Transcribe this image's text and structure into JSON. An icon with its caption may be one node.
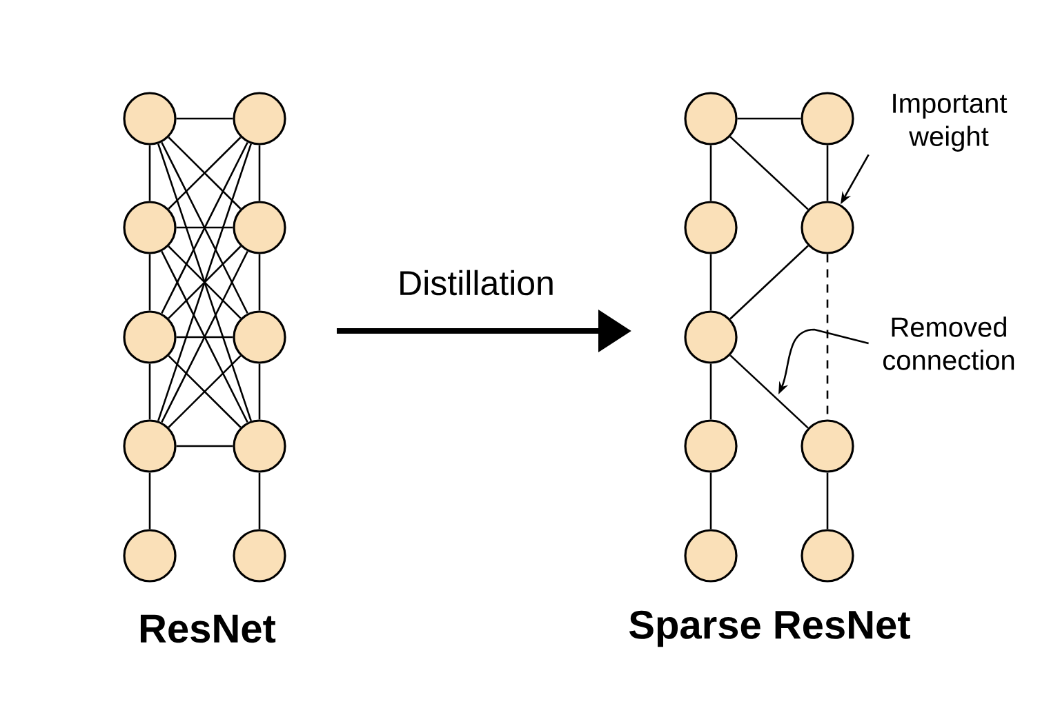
{
  "diagram": {
    "nodes": [
      {
        "text": [],
        "shape": "circle"
      },
      {
        "text": [],
        "shape": "circle"
      },
      {
        "text": [],
        "shape": "circle"
      },
      {
        "text": [],
        "shape": "circle"
      },
      {
        "text": [],
        "shape": "circle"
      },
      {
        "text": [],
        "shape": "circle"
      },
      {
        "text": [],
        "shape": "circle"
      },
      {
        "text": [],
        "shape": "circle"
      },
      {
        "text": [],
        "shape": "circle"
      },
      {
        "text": [],
        "shape": "circle"
      },
      {
        "text": [],
        "shape": "circle"
      },
      {
        "text": [],
        "shape": "circle"
      },
      {
        "text": [],
        "shape": "circle"
      },
      {
        "text": [],
        "shape": "circle"
      },
      {
        "text": [],
        "shape": "circle"
      },
      {
        "text": [],
        "shape": "circle"
      },
      {
        "text": [],
        "shape": "circle"
      },
      {
        "text": [],
        "shape": "circle"
      },
      {
        "text": [],
        "shape": "circle"
      },
      {
        "text": [
          "Important weight"
        ]
      },
      {
        "text": [
          "Removed connection"
        ]
      }
    ],
    "edges": [
      {
        "from": 0,
        "to": 2,
        "arrow": "none"
      },
      {
        "from": 2,
        "to": 4,
        "arrow": "none"
      },
      {
        "from": 4,
        "to": 6,
        "arrow": "none"
      },
      {
        "from": 6,
        "to": 8,
        "arrow": "none"
      },
      {
        "from": 1,
        "to": 3,
        "arrow": "none"
      },
      {
        "from": 3,
        "to": 5,
        "arrow": "none"
      },
      {
        "from": 5,
        "to": 7,
        "arrow": "none"
      },
      {
        "from": 7,
        "to": 9,
        "arrow": "none"
      },
      {
        "from": 0,
        "to": 1,
        "arrow": "none"
      },
      {
        "from": 0,
        "to": 3,
        "arrow": "none"
      },
      {
        "from": 0,
        "to": 5,
        "arrow": "none"
      },
      {
        "from": 0,
        "to": 7,
        "arrow": "none"
      },
      {
        "from": 2,
        "to": 1,
        "arrow": "none"
      },
      {
        "from": 2,
        "to": 3,
        "arrow": "none"
      },
      {
        "from": 2,
        "to": 5,
        "arrow": "none"
      },
      {
        "from": 2,
        "to": 7,
        "arrow": "none"
      },
      {
        "from": 4,
        "to": 1,
        "arrow": "none"
      },
      {
        "from": 4,
        "to": 3,
        "arrow": "none"
      },
      {
        "from": 4,
        "to": 5,
        "arrow": "none"
      },
      {
        "from": 4,
        "to": 7,
        "arrow": "none"
      },
      {
        "from": 6,
        "to": 1,
        "arrow": "none"
      },
      {
        "from": 6,
        "to": 3,
        "arrow": "none"
      },
      {
        "from": 6,
        "to": 5,
        "arrow": "none"
      },
      {
        "from": 6,
        "to": 7,
        "arrow": "none"
      },
      {
        "from": 10,
        "to": 11,
        "arrow": "none"
      },
      {
        "from": 10,
        "to": 12,
        "arrow": "none"
      },
      {
        "from": 12,
        "to": 14,
        "arrow": "none"
      },
      {
        "from": 14,
        "to": 15,
        "arrow": "none"
      },
      {
        "from": 15,
        "to": 17,
        "arrow": "none"
      },
      {
        "from": 11,
        "to": 13,
        "arrow": "none"
      },
      {
        "from": 10,
        "to": 13,
        "arrow": "none"
      },
      {
        "from": 13,
        "to": 14,
        "arrow": "none"
      },
      {
        "from": 14,
        "to": 16,
        "arrow": "none"
      },
      {
        "from": 13,
        "to": 16,
        "arrow": "none",
        "style": "dashed"
      },
      {
        "from": 16,
        "to": 18,
        "arrow": "none"
      },
      {
        "from": 19,
        "to": 13,
        "arrow": "to"
      },
      {
        "from": 20,
        "to": null,
        "arrow": "to"
      }
    ],
    "labels": [
      "Distillation",
      "ResNet",
      "Sparse ResNet"
    ]
  }
}
